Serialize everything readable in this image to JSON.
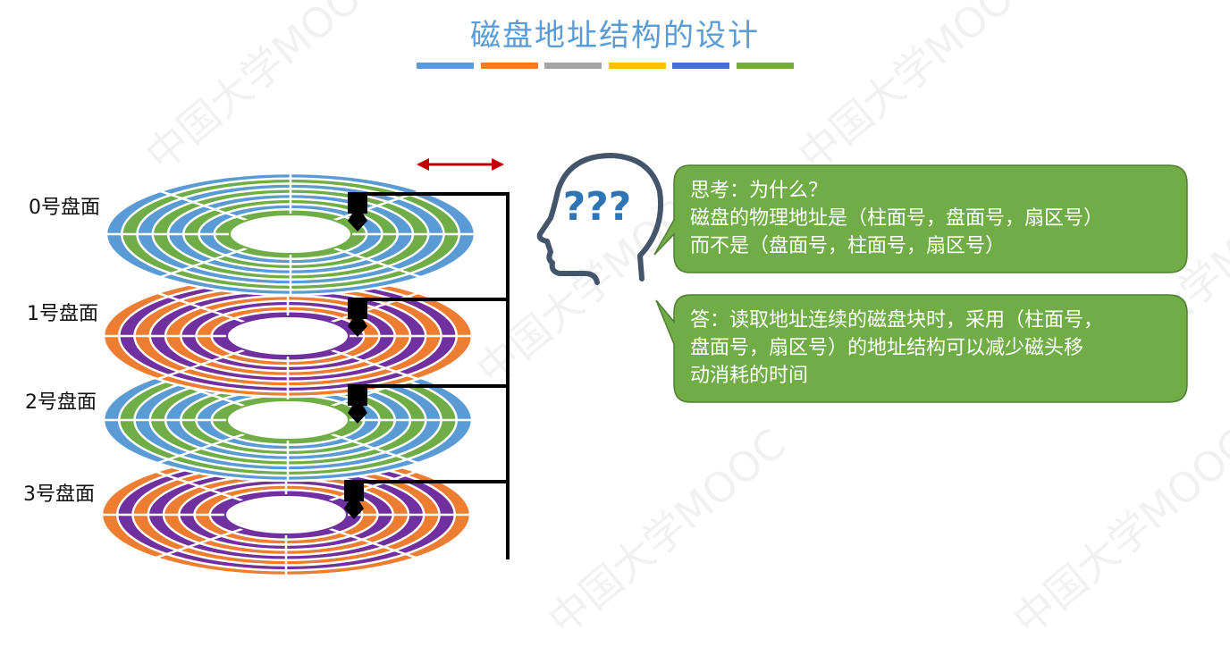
{
  "page": {
    "title": "磁盘地址结构的设计",
    "title_bar_colors": [
      "#5b9bd5",
      "#ed7d31",
      "#a5a5a5",
      "#ffc000",
      "#4472c4",
      "#70ad47"
    ]
  },
  "surfaces": [
    {
      "label": "0号盘面",
      "outer_color": "#5b9bd5",
      "alt_color": "#70ad47"
    },
    {
      "label": "1号盘面",
      "outer_color": "#ed7d31",
      "alt_color": "#7030a0"
    },
    {
      "label": "2号盘面",
      "outer_color": "#5b9bd5",
      "alt_color": "#70ad47"
    },
    {
      "label": "3号盘面",
      "outer_color": "#ed7d31",
      "alt_color": "#7030a0"
    }
  ],
  "think_bubble": {
    "line1": "思考：为什么？",
    "line2": "磁盘的物理地址是（柱面号，盘面号，扇区号）",
    "line3": "而不是（盘面号，柱面号，扇区号）"
  },
  "answer_bubble": {
    "line1": "答：读取地址连续的磁盘块时，采用（柱面号，",
    "line2": "盘面号，扇区号）的地址结构可以减少磁头移",
    "line3": "动消耗的时间"
  },
  "head_icon": {
    "symbol": "???"
  },
  "watermark": {
    "text": "中国大学MOOC"
  },
  "colors": {
    "bubble_fill": "#70ad47",
    "bubble_stroke": "#507e32",
    "arrow": "#c00000",
    "head_stroke": "#44546a",
    "question_mark": "#2e75b6"
  }
}
